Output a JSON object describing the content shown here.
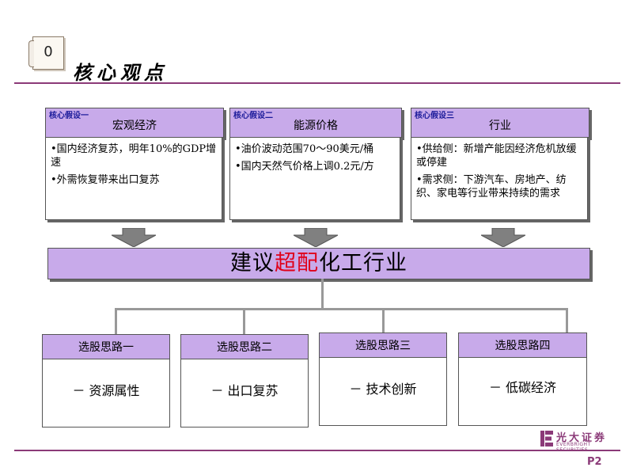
{
  "header": {
    "page_icon_number": "0",
    "title": "核心观点"
  },
  "assumptions": [
    {
      "tag": "核心假设一",
      "title": "宏观经济",
      "bullets": [
        "•国内经济复苏，明年10%的GDP增速",
        "•外需恢复带来出口复苏"
      ]
    },
    {
      "tag": "核心假设二",
      "title": "能源价格",
      "bullets": [
        "•油价波动范围70～90美元/桶",
        "•国内天然气价格上调0.2元/方"
      ]
    },
    {
      "tag": "核心假设三",
      "title": "行业",
      "bullets": [
        "•供给侧：新增产能因经济危机放缓或停建",
        "•需求侧：下游汽车、房地产、纺织、家电等行业带来持续的需求"
      ]
    }
  ],
  "recommendation": {
    "prefix": "建议",
    "highlight": "超配",
    "suffix": "化工行业"
  },
  "approaches": [
    {
      "title": "选股思路一",
      "item": "－ 资源属性"
    },
    {
      "title": "选股思路二",
      "item": "－ 出口复苏"
    },
    {
      "title": "选股思路三",
      "item": "－ 技术创新"
    },
    {
      "title": "选股思路四",
      "item": "－ 低碳经济"
    }
  ],
  "footer": {
    "logo_cn": "光大证券",
    "logo_en": "EVERBRIGHT SECURITIES",
    "page_number": "P2"
  },
  "colors": {
    "accent": "#8b3a78",
    "box_fill": "#c8aaea",
    "highlight": "#e0001a",
    "arrow": "#808080"
  }
}
